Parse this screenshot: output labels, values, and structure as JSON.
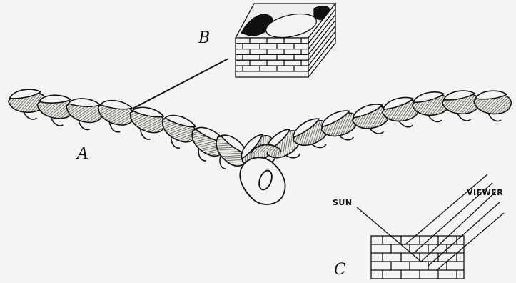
{
  "labels": {
    "a": "A",
    "b": "B",
    "c": "C",
    "sun": "SUN",
    "viewer": "VIEWER"
  },
  "colors": {
    "ink": "#111111",
    "paper": "#f4f4f2",
    "hatch": "#333333"
  }
}
